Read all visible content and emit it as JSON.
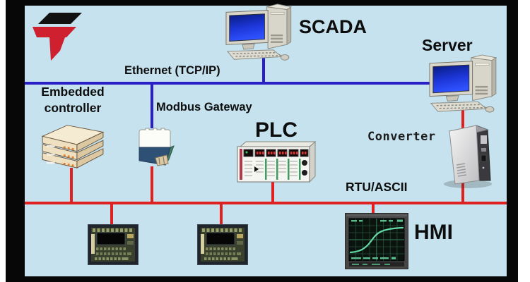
{
  "diagram": {
    "type": "industrial-network-architecture",
    "colors": {
      "background": "#c5e2ee",
      "frame": "#070707",
      "ethernet_line": "#2a1fc4",
      "serial_line": "#e02121",
      "logo_red": "#cf2030",
      "logo_black": "#111111"
    },
    "buses": [
      {
        "id": "ethernet",
        "label": "Ethernet (TCP/IP)",
        "color": "#2a1fc4"
      },
      {
        "id": "serial",
        "label": "RTU/ASCII",
        "color": "#e02121"
      }
    ],
    "nodes": [
      {
        "id": "scada",
        "label": "SCADA",
        "icon": "desktop-computer-icon",
        "bus": "ethernet"
      },
      {
        "id": "server",
        "label": "Server",
        "icon": "desktop-computer-icon",
        "bus": "ethernet+serial"
      },
      {
        "id": "embedded-controller",
        "label": "Embedded controller",
        "icon": "rack-stack-icon",
        "bus": "serial"
      },
      {
        "id": "modbus-gateway",
        "label": "Modbus Gateway",
        "icon": "gateway-device-icon",
        "bus": "ethernet+serial"
      },
      {
        "id": "plc",
        "label": "PLC",
        "icon": "plc-rack-icon",
        "bus": "serial"
      },
      {
        "id": "converter",
        "label": "Converter",
        "icon": "converter-box-icon",
        "bus": "serial"
      },
      {
        "id": "hmi",
        "label": "HMI",
        "icon": "trend-display-icon",
        "bus": "serial"
      },
      {
        "id": "field-device-1",
        "label": "",
        "icon": "chip-icon",
        "bus": "serial"
      },
      {
        "id": "field-device-2",
        "label": "",
        "icon": "chip-icon",
        "bus": "serial"
      }
    ],
    "logo": {
      "name": "brand-logo",
      "shape": "stylized-T"
    }
  }
}
